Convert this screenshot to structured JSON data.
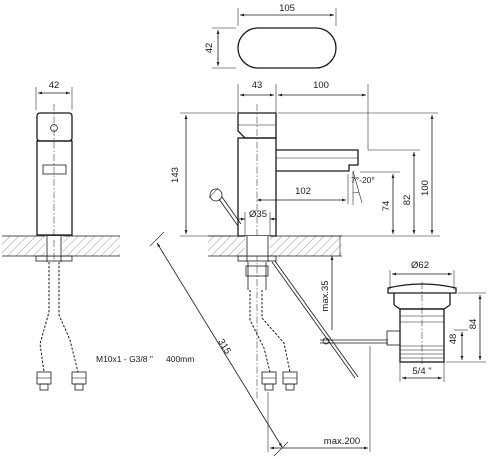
{
  "dims": {
    "handle_width": "105",
    "handle_depth": "42",
    "side_width": "42",
    "spout_offset": "43",
    "spout_length": "100",
    "height_total": "143",
    "height_100": "100",
    "height_82": "82",
    "height_74": "74",
    "reach_102": "102",
    "tilt": "7°-20°",
    "hole_dia": "Ø35",
    "max_thickness": "max.35",
    "rod_length": "315",
    "rod_reach": "max.200",
    "waste_dia": "Ø62",
    "waste_48": "48",
    "waste_84": "84",
    "waste_thread": "5/4 \""
  },
  "notes": {
    "hose_spec": "M10x1 - G3/8 \"",
    "hose_length": "400mm"
  }
}
